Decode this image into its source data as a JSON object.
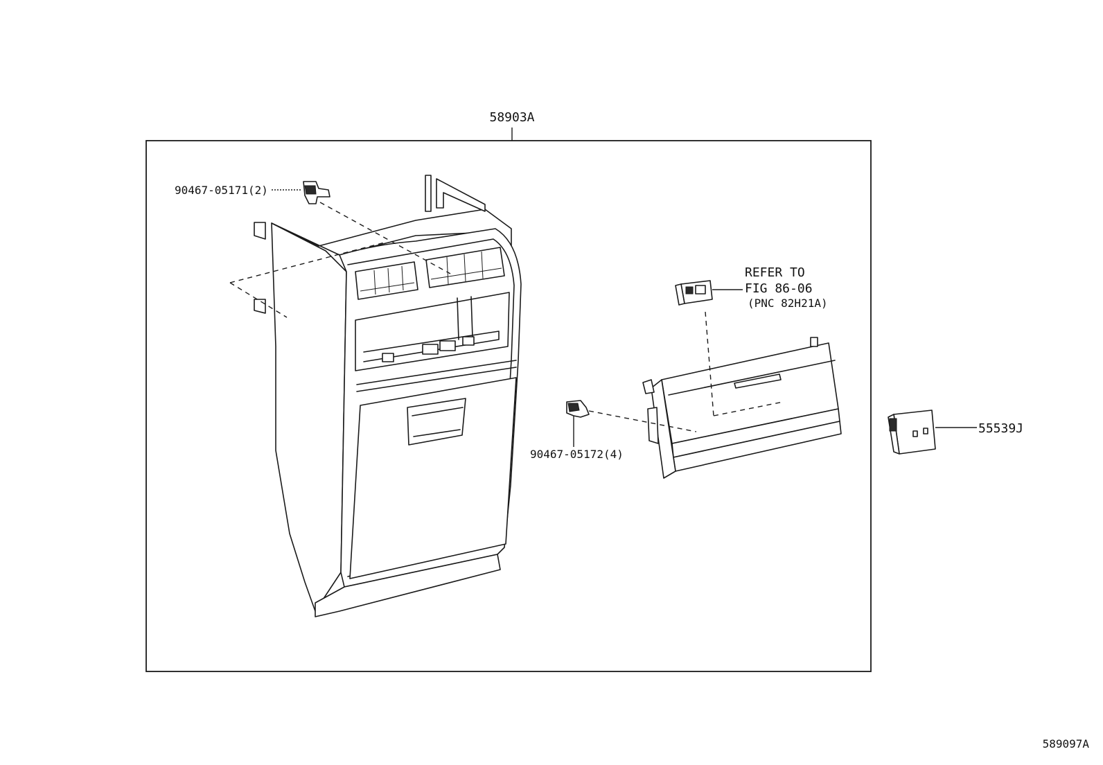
{
  "diagram": {
    "assembly_label": "58903A",
    "callouts": {
      "clip_top": "90467-05171(2)",
      "clip_mid": "90467-05172(4)",
      "refer_line1": "REFER TO",
      "refer_line2": "FIG 86-06",
      "refer_line3": "(PNC 82H21A)",
      "switch": "55539J"
    },
    "figure_id": "589097A"
  }
}
